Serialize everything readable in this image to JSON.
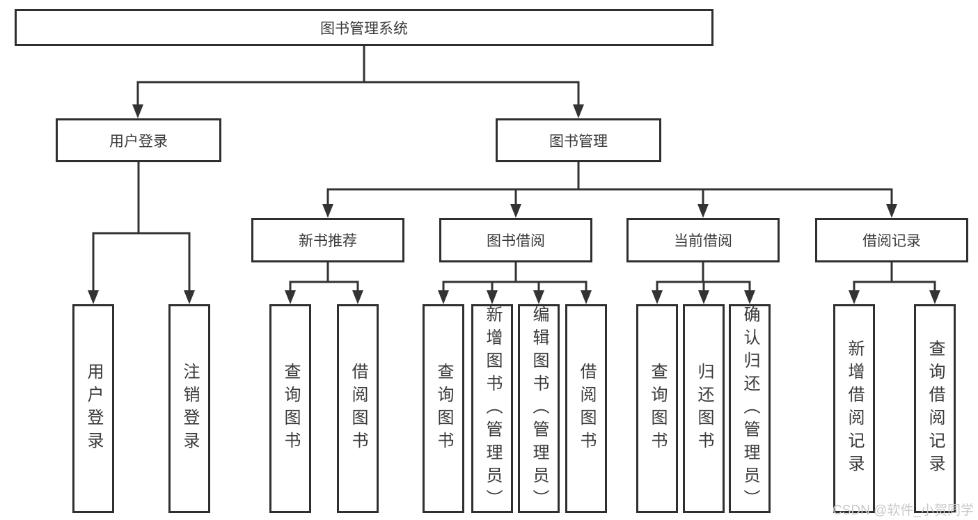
{
  "title": "图书管理系统",
  "level2": [
    {
      "label": "用户登录"
    },
    {
      "label": "图书管理"
    }
  ],
  "level3": [
    {
      "label": "新书推荐"
    },
    {
      "label": "图书借阅"
    },
    {
      "label": "当前借阅"
    },
    {
      "label": "借阅记录"
    }
  ],
  "leaves": [
    {
      "label": "用户登录"
    },
    {
      "label": "注销登录"
    },
    {
      "label": "查询图书"
    },
    {
      "label": "借阅图书"
    },
    {
      "label": "查询图书"
    },
    {
      "label": "新增图书（管理员）"
    },
    {
      "label": "编辑图书（管理员）"
    },
    {
      "label": "借阅图书"
    },
    {
      "label": "查询图书"
    },
    {
      "label": "归还图书"
    },
    {
      "label": "确认归还（管理员）"
    },
    {
      "label": "新增借阅记录"
    },
    {
      "label": "查询借阅记录"
    }
  ],
  "hierarchy": {
    "root": "图书管理系统",
    "branches": [
      {
        "label": "用户登录",
        "children": [
          "用户登录",
          "注销登录"
        ]
      },
      {
        "label": "图书管理",
        "children": [
          {
            "label": "新书推荐",
            "children": [
              "查询图书",
              "借阅图书"
            ]
          },
          {
            "label": "图书借阅",
            "children": [
              "查询图书",
              "新增图书（管理员）",
              "编辑图书（管理员）",
              "借阅图书"
            ]
          },
          {
            "label": "当前借阅",
            "children": [
              "查询图书",
              "归还图书",
              "确认归还（管理员）"
            ]
          },
          {
            "label": "借阅记录",
            "children": [
              "新增借阅记录",
              "查询借阅记录"
            ]
          }
        ]
      }
    ]
  },
  "watermark": "CSDN @软件_小贺同学",
  "colors": {
    "line": "#333333",
    "box_border": "#2f2f2f",
    "text": "#3a3a3a",
    "watermark": "#c9c9c9",
    "background": "#ffffff"
  }
}
